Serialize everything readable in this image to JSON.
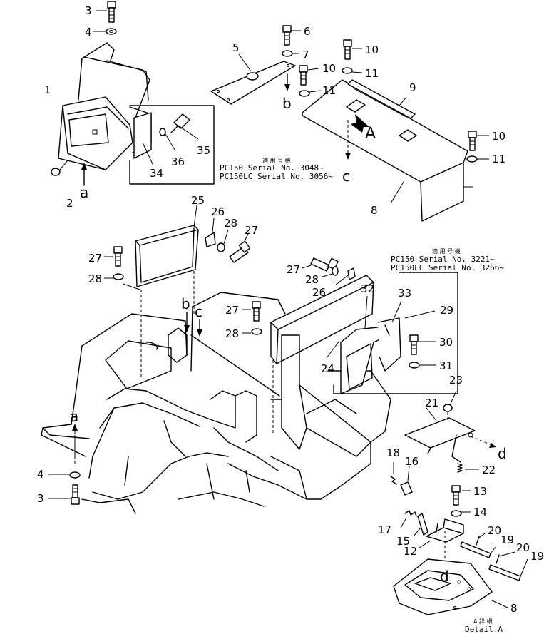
{
  "callouts": {
    "c1": "1",
    "c2": "2",
    "c3a": "3",
    "c4a": "4",
    "c3b": "3",
    "c4b": "4",
    "c5": "5",
    "c6": "6",
    "c7": "7",
    "c8a": "8",
    "c8b": "8",
    "c9": "9",
    "c10a": "10",
    "c10b": "10",
    "c10c": "10",
    "c11a": "11",
    "c11b": "11",
    "c11c": "11",
    "c12": "12",
    "c13": "13",
    "c14": "14",
    "c15": "15",
    "c16": "16",
    "c17": "17",
    "c18": "18",
    "c19a": "19",
    "c19b": "19",
    "c20a": "20",
    "c20b": "20",
    "c21": "21",
    "c22": "22",
    "c23": "23",
    "c24": "24",
    "c25": "25",
    "c26a": "26",
    "c26b": "26",
    "c27a": "27",
    "c27b": "27",
    "c27c": "27",
    "c27d": "27",
    "c28a": "28",
    "c28b": "28",
    "c28c": "28",
    "c28d": "28",
    "c29": "29",
    "c30": "30",
    "c31": "31",
    "c32": "32",
    "c33": "33",
    "c34": "34",
    "c35": "35",
    "c36": "36"
  },
  "letters": {
    "a_top": "a",
    "a_bottom": "a",
    "b_top": "b",
    "b_mid": "b",
    "c_top": "c",
    "c_mid": "c",
    "d_right": "d",
    "d_detail": "d",
    "A_big": "A"
  },
  "notes": {
    "note1": {
      "jp": "適 用 号 機",
      "line1": "PC150   Serial No. 3048~",
      "line2": "PC150LC Serial No. 3056~"
    },
    "note2": {
      "jp": "適 用 号 機",
      "line1": "PC150   Serial No. 3221~",
      "line2": "PC150LC Serial No. 3266~"
    },
    "detail": {
      "jp": "A 詳 細",
      "en": "Detail A"
    }
  }
}
